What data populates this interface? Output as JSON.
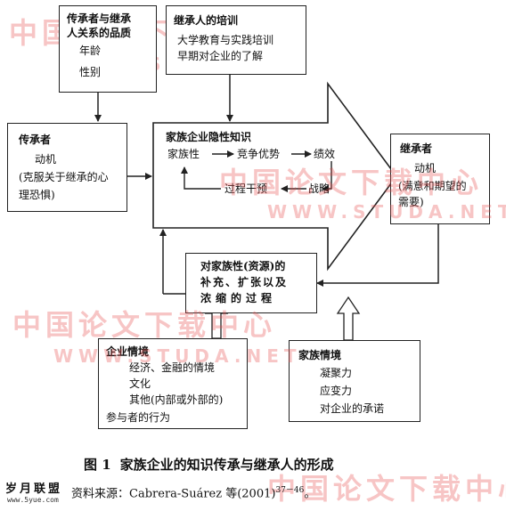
{
  "boxes": {
    "top_left": {
      "lines": [
        "传承者与继承",
        "人关系的品质",
        "年龄",
        "性别"
      ]
    },
    "top_middle": {
      "lines": [
        "继承人的培训",
        "大学教育与实践培训",
        "早期对企业的了解"
      ]
    },
    "left": {
      "title": "传承者",
      "lines": [
        "动机",
        "(克服关于继承的心",
        "理恐惧)"
      ]
    },
    "center": {
      "title": "家族企业隐性知识",
      "row1": [
        "家族性",
        "竞争优势",
        "绩效"
      ],
      "row2": [
        "过程干预",
        "战略"
      ]
    },
    "right": {
      "title": "继承者",
      "lines": [
        "动机",
        "(满意和期望的",
        "需要)"
      ]
    },
    "middle": {
      "lines": [
        "对家族性(资源)的",
        "补充、扩张以及",
        "浓缩的过程"
      ]
    },
    "bottom_left": {
      "title": "企业情境",
      "lines": [
        "经济、金融的情境",
        "文化",
        "其他(内部或外部的)",
        "参与者的行为"
      ]
    },
    "bottom_right": {
      "title": "家族情境",
      "lines": [
        "凝聚力",
        "应变力",
        "对企业的承诺"
      ]
    }
  },
  "caption": {
    "figure_no": "图 1",
    "title": "家族企业的知识传承与继承人的形成"
  },
  "source": {
    "label": "资料来源：",
    "text": "Cabrera-Suárez 等(2001)",
    "pages": "37－46",
    "end": "。"
  },
  "watermarks": {
    "cn": "中国论文下载中心",
    "en": "WWW.STUDA.NET"
  },
  "corner": {
    "logo": "岁月联盟",
    "url": "www.5yue.com"
  }
}
